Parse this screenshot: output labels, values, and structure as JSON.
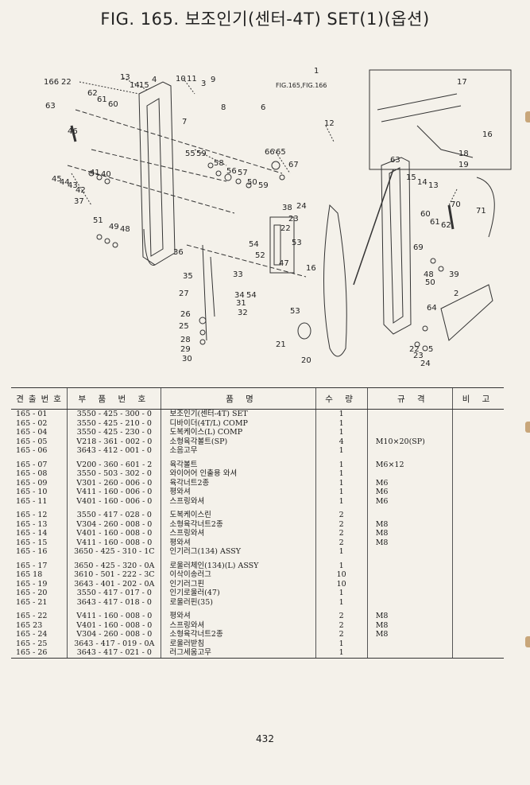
{
  "title": "FIG. 165. 보조인기(센터-4T) SET(1)(옵션)",
  "diagram": {
    "callouts": [
      "166",
      "22",
      "13",
      "14",
      "15",
      "4",
      "10",
      "11",
      "7",
      "8",
      "6",
      "63",
      "62",
      "61",
      "60",
      "46",
      "41",
      "40",
      "45",
      "44",
      "43",
      "42",
      "37",
      "51",
      "49",
      "48",
      "55",
      "59",
      "58",
      "56",
      "57",
      "50",
      "59",
      "66",
      "65",
      "67",
      "12",
      "1",
      "17",
      "16",
      "18",
      "19",
      "63",
      "15",
      "14",
      "13",
      "70",
      "71",
      "60",
      "61",
      "62",
      "69",
      "39",
      "48",
      "50",
      "64",
      "2",
      "5",
      "22",
      "23",
      "24",
      "38",
      "53",
      "54",
      "52",
      "47",
      "16",
      "36",
      "33",
      "35",
      "34",
      "31",
      "32",
      "27",
      "26",
      "25",
      "28",
      "29",
      "30",
      "21",
      "20",
      "24",
      "23",
      "22",
      "53",
      "54",
      "9",
      "3"
    ],
    "ref_label": "FIG.165,FIG.166"
  },
  "table": {
    "headers": [
      "견출번호",
      "부 품 번 호",
      "품 명",
      "수 량",
      "규 격",
      "비 고"
    ],
    "groups": [
      [
        {
          "no": "165 - 01",
          "part": "3550 - 425 - 300 - 0",
          "name": "보조인기(센터-4T) SET",
          "qty": "1",
          "spec": ""
        },
        {
          "no": "165 - 02",
          "part": "3550 - 425 - 210 - 0",
          "name": "디바이더(4T/L) COMP",
          "qty": "1",
          "spec": ""
        },
        {
          "no": "165 - 04",
          "part": "3550 - 425 - 230 - 0",
          "name": "도복케이스(L) COMP",
          "qty": "1",
          "spec": ""
        },
        {
          "no": "165 - 05",
          "part": "V218 - 361 - 002 - 0",
          "name": "소형육각볼트(SP)",
          "qty": "4",
          "spec": "M10×20(SP)"
        },
        {
          "no": "165 - 06",
          "part": "3643 - 412 - 001 - 0",
          "name": "소음고무",
          "qty": "1",
          "spec": ""
        }
      ],
      [
        {
          "no": "165 - 07",
          "part": "V200 - 360 - 601 - 2",
          "name": "육각볼트",
          "qty": "1",
          "spec": "M6×12"
        },
        {
          "no": "165 - 08",
          "part": "3550 - 503 - 302 - 0",
          "name": "와이어어 인출용 와셔",
          "qty": "1",
          "spec": ""
        },
        {
          "no": "165 - 09",
          "part": "V301 - 260 - 006 - 0",
          "name": "육각너트2종",
          "qty": "1",
          "spec": "M6"
        },
        {
          "no": "165 - 10",
          "part": "V411 - 160 - 006 - 0",
          "name": "평와셔",
          "qty": "1",
          "spec": "M6"
        },
        {
          "no": "165 - 11",
          "part": "V401 - 160 - 006 - 0",
          "name": "스프링와셔",
          "qty": "1",
          "spec": "M6"
        }
      ],
      [
        {
          "no": "165 - 12",
          "part": "3550 - 417 - 028 - 0",
          "name": "도복케이스린",
          "qty": "2",
          "spec": ""
        },
        {
          "no": "165 - 13",
          "part": "V304 - 260 - 008 - 0",
          "name": "소형육각너트2종",
          "qty": "2",
          "spec": "M8"
        },
        {
          "no": "165 - 14",
          "part": "V401 - 160 - 008 - 0",
          "name": "스프링와셔",
          "qty": "2",
          "spec": "M8"
        },
        {
          "no": "165 - 15",
          "part": "V411 - 160 - 008 - 0",
          "name": "평와셔",
          "qty": "2",
          "spec": "M8"
        },
        {
          "no": "165 - 16",
          "part": "3650 - 425 - 310 - 1C",
          "name": "인기러그(134) ASSY",
          "qty": "1",
          "spec": ""
        }
      ],
      [
        {
          "no": "165 - 17",
          "part": "3650 - 425 - 320 - 0A",
          "name": "로울러체인(134)(L) ASSY",
          "qty": "1",
          "spec": ""
        },
        {
          "no": "165  18",
          "part": "3610 - 501 - 222 - 3C",
          "name": "이삭이송러그",
          "qty": "10",
          "spec": ""
        },
        {
          "no": "165 - 19",
          "part": "3643 - 401 - 202 - 0A",
          "name": "인기러그핀",
          "qty": "10",
          "spec": ""
        },
        {
          "no": "165 - 20",
          "part": "3550 - 417 - 017 - 0",
          "name": "인기로울러(47)",
          "qty": "1",
          "spec": ""
        },
        {
          "no": "165 - 21",
          "part": "3643 - 417 - 018 - 0",
          "name": "로울러핀(35)",
          "qty": "1",
          "spec": ""
        }
      ],
      [
        {
          "no": "165 - 22",
          "part": "V411 - 160 - 008 - 0",
          "name": "평와셔",
          "qty": "2",
          "spec": "M8"
        },
        {
          "no": "165  23",
          "part": "V401 - 160 - 008 - 0",
          "name": "스프링와셔",
          "qty": "2",
          "spec": "M8"
        },
        {
          "no": "165 - 24",
          "part": "V304 - 260 - 008 - 0",
          "name": "소형육각너트2종",
          "qty": "2",
          "spec": "M8"
        },
        {
          "no": "165 - 25",
          "part": "3643 - 417 - 019 - 0A",
          "name": "로울러받침",
          "qty": "1",
          "spec": ""
        },
        {
          "no": "165 - 26",
          "part": "3643 - 417 - 021 - 0",
          "name": "러그세움고무",
          "qty": "1",
          "spec": ""
        }
      ]
    ]
  },
  "page_number": "432"
}
